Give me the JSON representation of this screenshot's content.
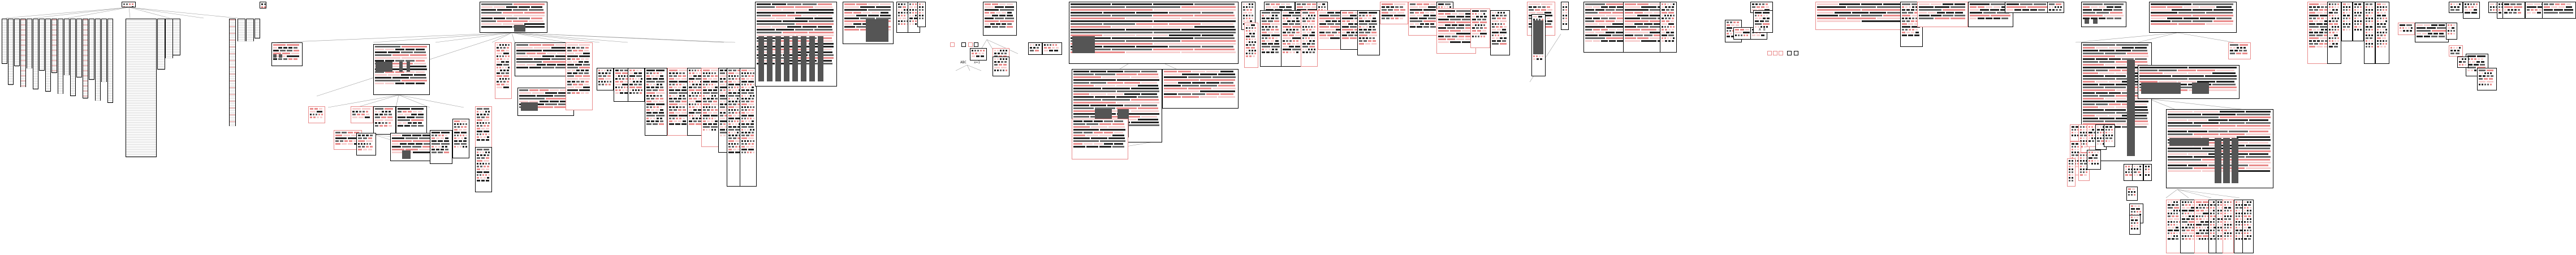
{
  "diagram": {
    "edge_color": "#999999",
    "accent_red": "#e98a8a",
    "dark_fill": "#444444",
    "labels": [
      {
        "id": "lbl-1",
        "text": "ABC"
      },
      {
        "id": "lbl-2",
        "text": "x=1"
      },
      {
        "id": "lbl-3",
        "text": "A"
      },
      {
        "id": "lbl-4",
        "text": "B"
      }
    ]
  }
}
